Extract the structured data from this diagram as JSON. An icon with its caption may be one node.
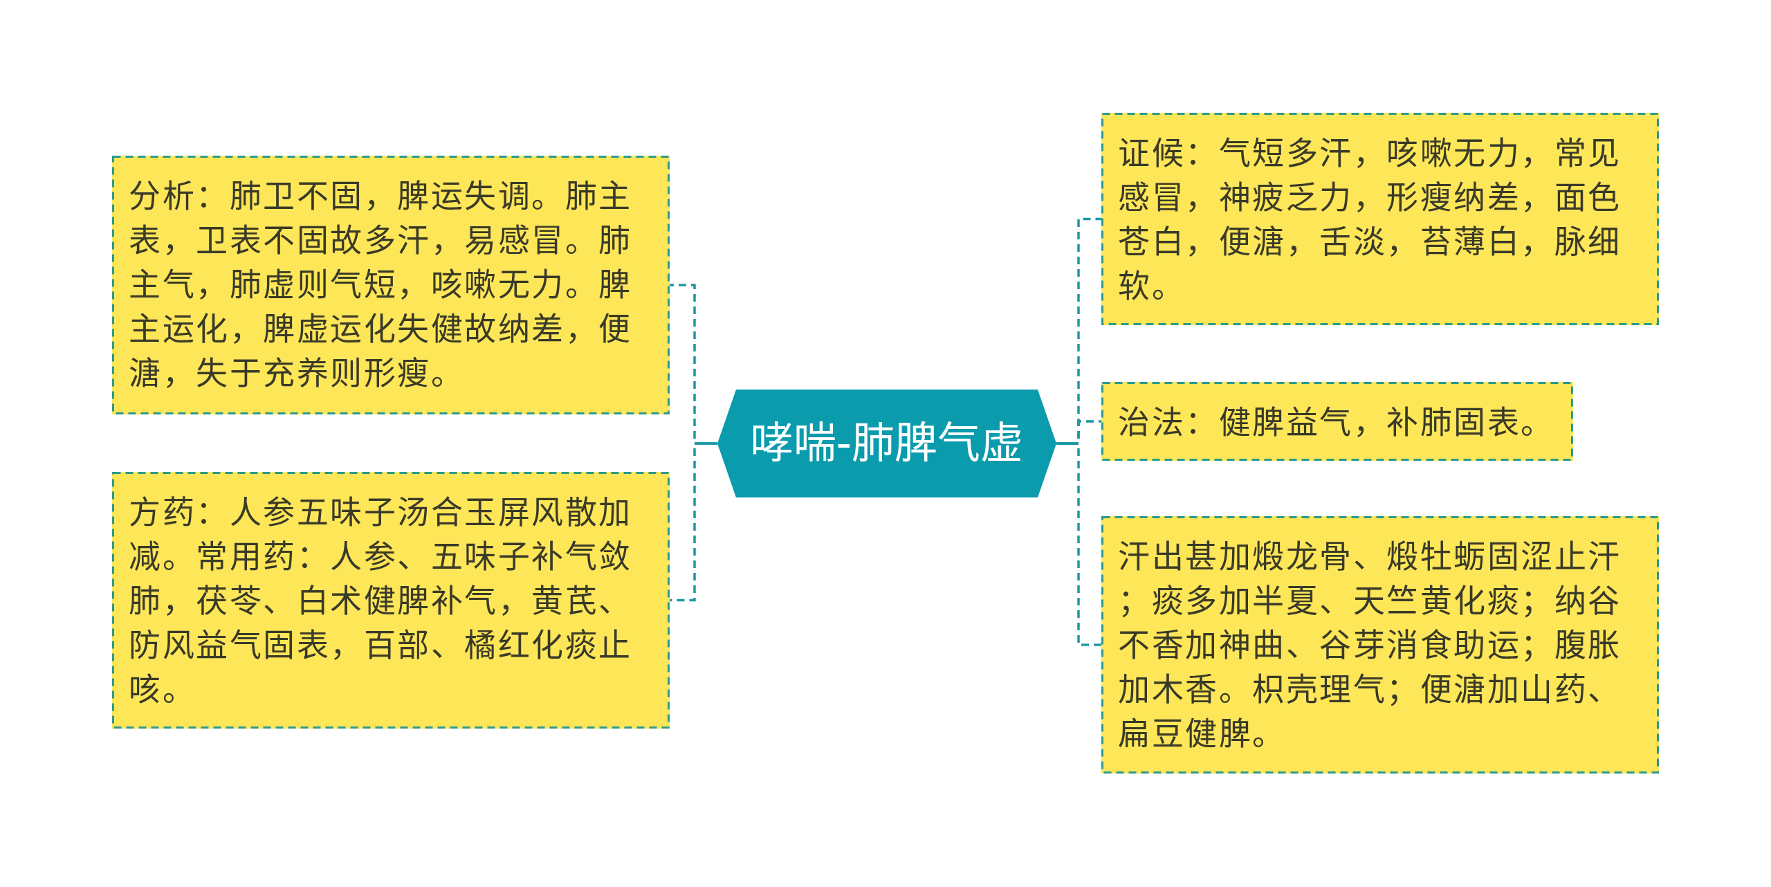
{
  "diagram": {
    "nodes": [
      {
        "text": [
          "哮喘-肺脾气虚"
        ]
      },
      {
        "text": [
          "分析：肺卫不固，脾运失调。肺主表，卫表不固故多汗，易感冒。肺主气，肺虚则气短，咳嗽无力。脾主运化，脾虚运化失健故纳差，便溏，失于充养则形瘦。"
        ]
      },
      {
        "text": [
          "方药：人参五味子汤合玉屏风散加减。常用药：人参、五味子补气敛肺，茯苓、白术健脾补气，黄芪、防风益气固表，百部、橘红化痰止咳。"
        ]
      },
      {
        "text": [
          "证候：气短多汗，咳嗽无力，常见感冒，神疲乏力，形瘦纳差，面色苍白，便溏，舌淡，苔薄白，脉细软。"
        ]
      },
      {
        "text": [
          "治法：健脾益气，补肺固表。"
        ]
      },
      {
        "text": [
          "汗出甚加煅龙骨、煅牡蛎固涩止汗；痰多加半夏、天竺黄化痰；纳谷不香加神曲、谷芽消食助运；腹胀加木香。枳壳理气；便溏加山药、扁豆健脾。"
        ]
      }
    ],
    "edges": [
      {
        "from": 0,
        "to": 1,
        "arrow": "none"
      },
      {
        "from": 0,
        "to": 2,
        "arrow": "none"
      },
      {
        "from": 0,
        "to": 3,
        "arrow": "none"
      },
      {
        "from": 0,
        "to": 4,
        "arrow": "none"
      },
      {
        "from": 0,
        "to": 5,
        "arrow": "none"
      }
    ]
  }
}
